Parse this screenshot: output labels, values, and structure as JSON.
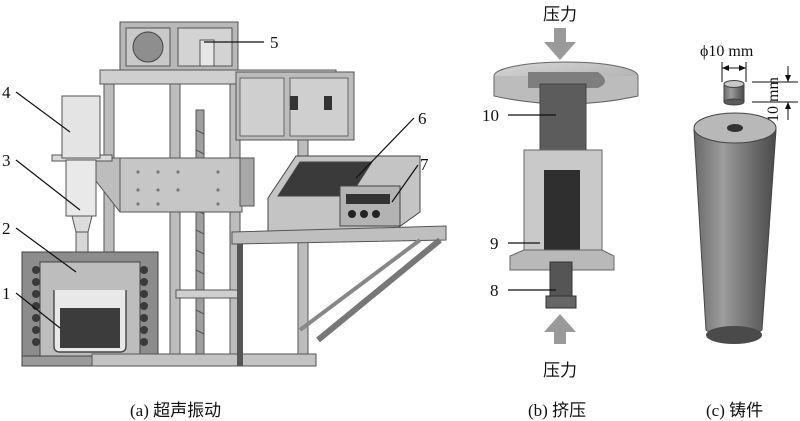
{
  "panels": {
    "a": {
      "caption": "(a) 超声振动",
      "labels": [
        "1",
        "2",
        "3",
        "4",
        "5",
        "6",
        "7"
      ]
    },
    "b": {
      "caption": "(b) 挤压",
      "pressure_top": "压力",
      "pressure_bottom": "压力",
      "labels": [
        "8",
        "9",
        "10"
      ]
    },
    "c": {
      "caption": "(c) 铸件",
      "diameter": "ϕ10 mm",
      "height": "10 mm"
    }
  },
  "colors": {
    "metal_light": "#d9d9d9",
    "metal_mid": "#a6a6a6",
    "metal_dark": "#595959",
    "arrow": "#9a9a9a"
  }
}
